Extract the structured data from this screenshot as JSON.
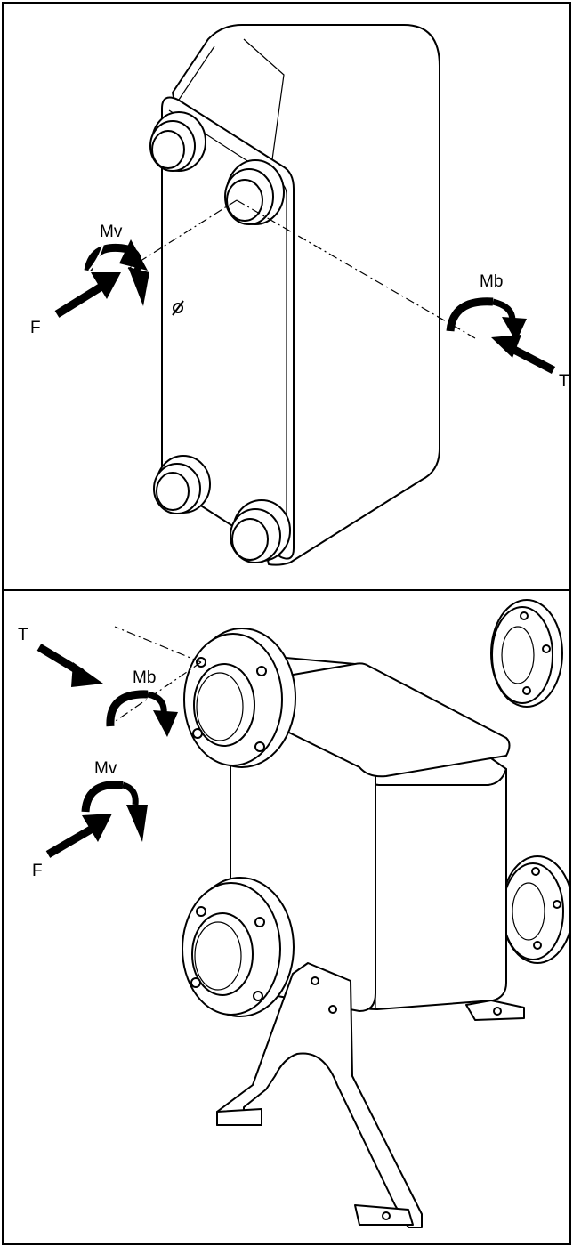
{
  "figure1": {
    "labels": {
      "moment_mv": "Mv",
      "force_f": "F",
      "moment_mb": "Mb",
      "torque_t": "T"
    }
  },
  "figure2": {
    "labels": {
      "torque_t": "T",
      "moment_mb": "Mb",
      "moment_mv": "Mv",
      "force_f": "F"
    }
  }
}
